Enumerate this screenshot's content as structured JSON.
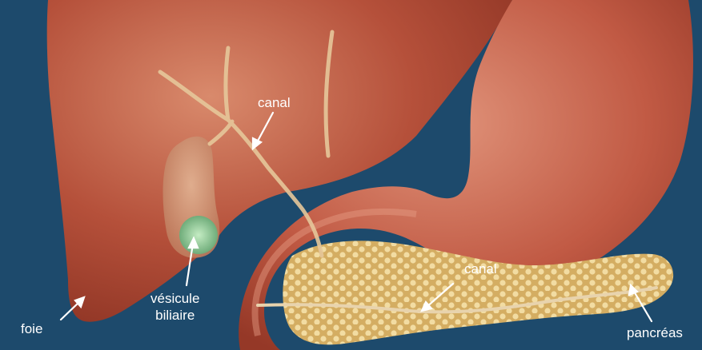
{
  "labels": {
    "canal_top": "canal",
    "vesicule_line1": "vésicule",
    "vesicule_line2": "biliaire",
    "foie": "foie",
    "canal_bottom": "canal",
    "pancreas": "pancréas"
  },
  "colors": {
    "background": "#1d4a6c",
    "liver": "#b5503a",
    "gallbladder": "#c98d6c",
    "gallbladder_green": "#7fc28a",
    "pancreas": "#e2c37c",
    "duodenum": "#c65a45",
    "duct": "#e6c79a",
    "label_text": "#ffffff"
  }
}
